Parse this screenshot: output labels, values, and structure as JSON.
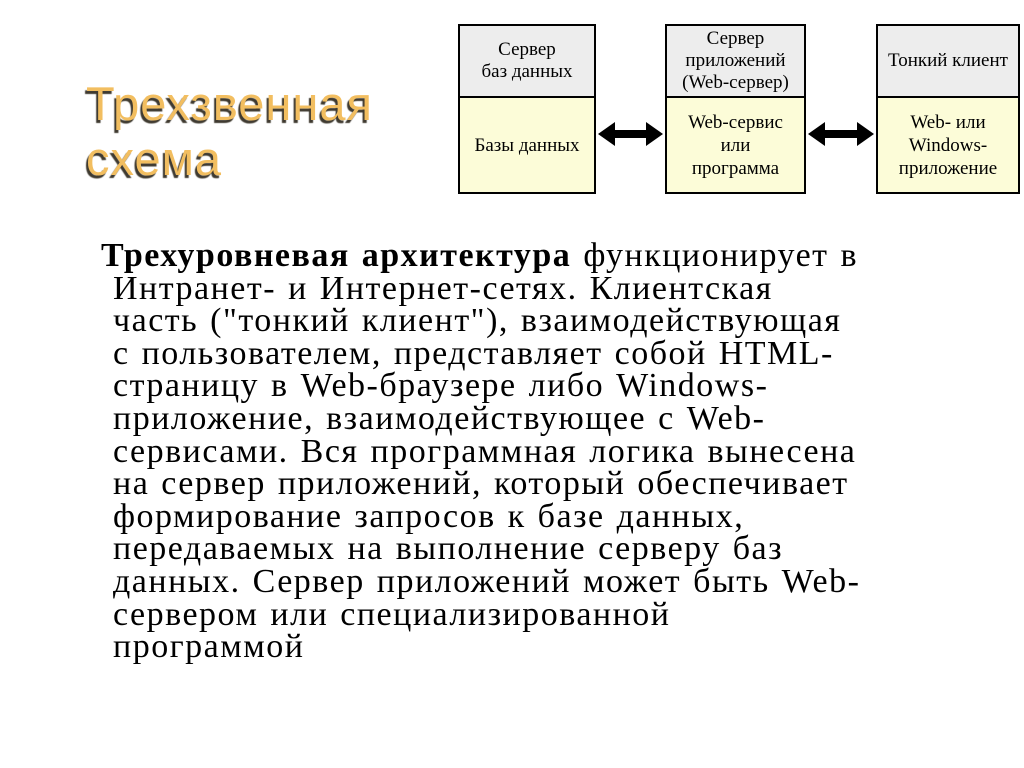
{
  "slide": {
    "background_color": "#FFFFFF",
    "title": {
      "text": "Трехзвенная\nсхема",
      "color": "#F2BE60",
      "shadow_color": "#3F3A30"
    },
    "diagram": {
      "header_bg_color": "#EDEDED",
      "body_bg_color": "#FCFCD8",
      "border_color": "#000000",
      "icons": {
        "connector": "double-headed-arrow-icon"
      },
      "boxes": [
        {
          "header": "Сервер\nбаз данных",
          "body": "Базы данных"
        },
        {
          "header": "Сервер\nприложений\n(Web-сервер)",
          "body": "Web-сервис\nили\nпрограмма"
        },
        {
          "header": "Тонкий клиент",
          "body": "Web- или\nWindows-\nприложение"
        }
      ]
    },
    "paragraph": {
      "lead_bold": "Трехуровневая архитектура",
      "text": " функционирует в\nИнтранет- и Интернет-сетях. Клиентская\nчасть (\"тонкий клиент\"), взаимодействующая\nс пользователем, представляет собой HTML-\nстраницу в Web-браузере либо Windows-\nприложение, взаимодействующее с Web-\nсервисами. Вся программная логика вынесена\nна сервер приложений, который обеспечивает\nформирование запросов к базе данных,\nпередаваемых на выполнение серверу баз\nданных. Сервер приложений может быть Web-\nсервером или специализированной\nпрограммой"
    }
  }
}
